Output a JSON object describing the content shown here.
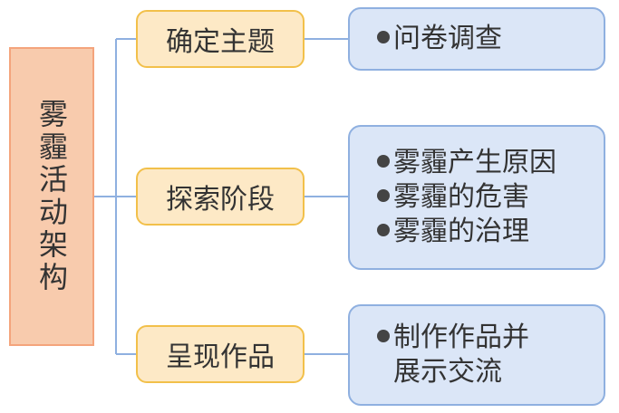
{
  "root": {
    "label": "雾霾活动架构"
  },
  "stages": [
    {
      "label": "确定主题",
      "details": [
        {
          "text": "问卷调查",
          "bullet": true
        }
      ]
    },
    {
      "label": "探索阶段",
      "details": [
        {
          "text": "雾霾产生原因",
          "bullet": true
        },
        {
          "text": "雾霾的危害",
          "bullet": true
        },
        {
          "text": "雾霾的治理",
          "bullet": true
        }
      ]
    },
    {
      "label": "呈现作品",
      "details": [
        {
          "text": "制作作品并",
          "bullet": true
        },
        {
          "text": "展示交流",
          "bullet": false
        }
      ]
    }
  ],
  "colors": {
    "root_fill": "#f8cbad",
    "root_border": "#f4a47c",
    "stage_fill": "#fde9c6",
    "stage_border": "#f2c04a",
    "detail_fill": "#dbe6f7",
    "detail_border": "#8fb0e0",
    "connector": "#8fb0e0"
  }
}
